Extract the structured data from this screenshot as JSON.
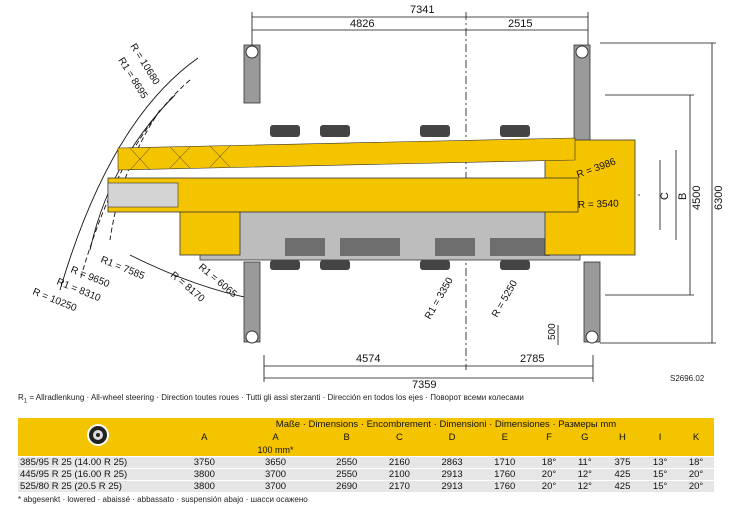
{
  "drawing": {
    "top_dims": {
      "overall": "7341",
      "front": "4826",
      "rear": "2515"
    },
    "bottom_dims": {
      "overall": "7359",
      "front": "4574",
      "rear": "2785"
    },
    "right_dims": {
      "overall": "6300",
      "outrigger": "4500",
      "b": "B",
      "c": "C"
    },
    "outer_radii": [
      "R = 10680",
      "R1 = 8695"
    ],
    "lower_radii": [
      "R1 = 7585",
      "R = 9650",
      "R1 = 8310",
      "R = 10250",
      "R1 = 6065",
      "R = 8170"
    ],
    "inner_radii": [
      "R1 = 3350",
      "R = 5250"
    ],
    "tail_radii": [
      "R = 3986",
      "R = 3540"
    ],
    "small_dim": "500",
    "ref_code": "S2696.02"
  },
  "legend": {
    "symbol": "R",
    "symbol_sub": "1",
    "text": " =  Allradlenkung · All-wheel steering · Direction toutes roues · Tutti gli assi sterzanti · Dirección en todos los ejes · Поворот всеми колесами"
  },
  "table": {
    "title": "Maße · Dimensions · Encombrement · Dimensioni · Dimensiones · Размеры mm",
    "columns": [
      "A",
      "A",
      "B",
      "C",
      "D",
      "E",
      "F",
      "G",
      "H",
      "I",
      "K"
    ],
    "a_sub": "100 mm*",
    "rows": [
      {
        "tyre": "385/95 R 25 (14.00 R 25)",
        "values": [
          "3750",
          "3650",
          "2550",
          "2160",
          "2863",
          "1710",
          "18°",
          "11°",
          "375",
          "13°",
          "18°"
        ]
      },
      {
        "tyre": "445/95 R 25 (16.00 R 25)",
        "values": [
          "3800",
          "3700",
          "2550",
          "2100",
          "2913",
          "1760",
          "20°",
          "12°",
          "425",
          "15°",
          "20°"
        ]
      },
      {
        "tyre": "525/80 R 25 (20.5  R 25)",
        "values": [
          "3800",
          "3700",
          "2690",
          "2170",
          "2913",
          "1760",
          "20°",
          "12°",
          "425",
          "15°",
          "20°"
        ]
      }
    ]
  },
  "footnote": "* abgesenkt · lowered · abaissé · abbassato · suspensión abajo · шасси осажено",
  "colors": {
    "yellow": "#f5c400",
    "gray": "#9a9a9a",
    "darkgray": "#6e6e6e"
  }
}
